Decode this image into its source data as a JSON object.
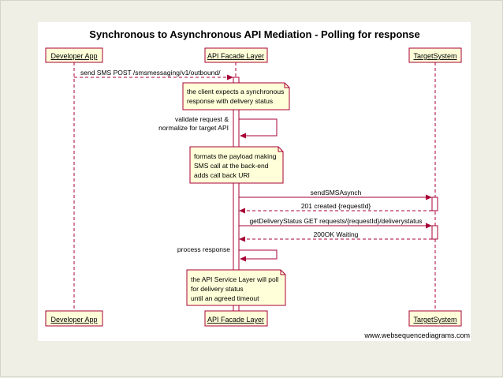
{
  "title": "Synchronous to Asynchronous API Mediation - Polling for response",
  "participants": [
    {
      "id": "dev",
      "label": "Developer App"
    },
    {
      "id": "facade",
      "label": "API Facade Layer"
    },
    {
      "id": "target",
      "label": "TargetSystem"
    }
  ],
  "messages": [
    {
      "from": "dev",
      "to": "facade",
      "label": "send SMS POST /smsmessaging/v1/outbound/",
      "style": "dashed"
    },
    {
      "from": "facade",
      "to": "facade",
      "label_lines": [
        "validate request &",
        "normalize for target API"
      ],
      "style": "self"
    },
    {
      "from": "facade",
      "to": "target",
      "label": "sendSMSAsynch",
      "style": "solid"
    },
    {
      "from": "target",
      "to": "facade",
      "label": "201 created {requestId}",
      "style": "dashed"
    },
    {
      "from": "facade",
      "to": "target",
      "label": "getDeliveryStatus GET requests/{requestId}/deliverystatus",
      "style": "solid"
    },
    {
      "from": "target",
      "to": "facade",
      "label": "200OK Waiting",
      "style": "dashed"
    },
    {
      "from": "facade",
      "to": "facade",
      "label_lines": [
        "process response"
      ],
      "style": "self"
    }
  ],
  "notes": [
    {
      "lines": [
        "the client expects a synchronous",
        "response with delivery status"
      ]
    },
    {
      "lines": [
        "formats the payload making",
        "SMS call at the back-end",
        "adds call back URI"
      ]
    },
    {
      "lines": [
        "the API Service Layer will poll",
        "for delivery status",
        "until an agreed timeout"
      ]
    }
  ],
  "footer": "www.websequencediagrams.com",
  "colors": {
    "background": "#efefe6",
    "canvas": "#ffffff",
    "box_fill": "#ffffd9",
    "box_stroke": "#a80036",
    "line": "#a80036",
    "text": "#000000"
  }
}
